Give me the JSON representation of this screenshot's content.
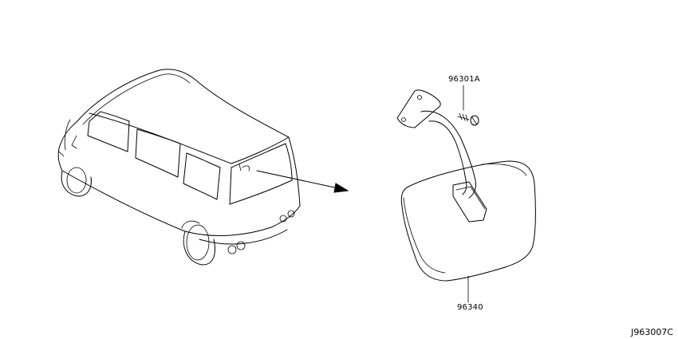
{
  "parts": {
    "screw": {
      "part_number": "96301A"
    },
    "mirror": {
      "part_number": "96340"
    }
  },
  "diagram_code": "J963007C",
  "icons": {
    "vehicle": "van-rear-view-icon",
    "arrow": "arrow-right-icon",
    "mirror": "rear-mirror-assembly-icon",
    "screw": "screw-icon"
  }
}
